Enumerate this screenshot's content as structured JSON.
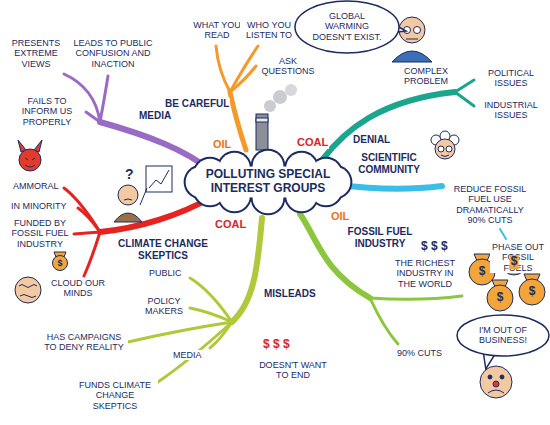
{
  "diagram": {
    "nodes": [
      {
        "text": [
          "GLOBAL WARMING DOESN'T EXIST."
        ]
      },
      {
        "text": [
          "POLLUTING SPECIAL INTEREST GROUPS"
        ]
      },
      {
        "text": [
          "I'M OUT OF BUSINESS!"
        ]
      }
    ],
    "labels": [
      "PRESENTS EXTREME VIEWS",
      "LEADS TO PUBLIC CONFUSION AND INACTION",
      "WHAT YOU READ",
      "WHO YOU LISTEN TO",
      "ASK QUESTIONS",
      "BE CAREFUL",
      "FAILS TO INFORM US PROPERLY",
      "MEDIA",
      "DENIAL",
      "COMPLEX PROBLEM",
      "POLITICAL ISSUES",
      "INDUSTRIAL ISSUES",
      "SCIENTIFIC COMMUNITY",
      "REDUCE FOSSIL FUEL USE DRAMATICALLY 90% CUTS",
      "PHASE OUT FOSSIL FUELS",
      "OIL",
      "COAL",
      "COAL",
      "OIL",
      "AMMORAL",
      "?",
      "IN MINORITY",
      "FUNDED BY FOSSIL FUEL INDUSTRY",
      "$",
      "CLIMATE CHANGE SKEPTICS",
      "CLOUD OUR MINDS",
      "FOSSIL FUEL INDUSTRY",
      "$ $ $",
      "THE RICHEST INDUSTRY IN THE WORLD",
      "$",
      "$",
      "$",
      "$",
      "MISLEADS",
      "PUBLIC",
      "POLICY MAKERS",
      "MEDIA",
      "HAS CAMPAIGNS TO DENY REALITY",
      "FUNDS CLIMATE CHANGE SKEPTICS",
      "$ $ $",
      "DOESN'T WANT TO END",
      "90% CUTS"
    ]
  }
}
